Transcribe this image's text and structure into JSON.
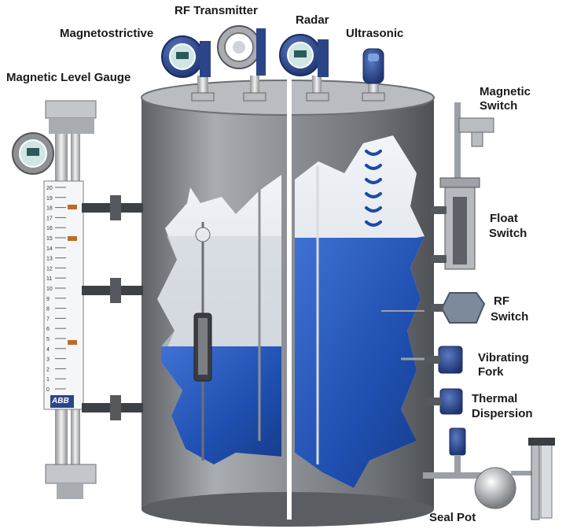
{
  "labels": {
    "magnetostrictive": "Magnetostrictive",
    "rf_transmitter": "RF Transmitter",
    "radar": "Radar",
    "ultrasonic": "Ultrasonic",
    "magnetic_level_gauge": "Magnetic Level Gauge",
    "magnetic_switch_1": "Magnetic",
    "magnetic_switch_2": "Switch",
    "float_switch_1": "Float",
    "float_switch_2": "Switch",
    "rf_switch_1": "RF",
    "rf_switch_2": "Switch",
    "vibrating_fork_1": "Vibrating",
    "vibrating_fork_2": "Fork",
    "thermal_dispersion_1": "Thermal",
    "thermal_dispersion_2": "Dispersion",
    "seal_pot": "Seal Pot"
  },
  "gauge": {
    "scale_numbers": [
      "20",
      "19",
      "18",
      "17",
      "16",
      "15",
      "14",
      "13",
      "12",
      "11",
      "10",
      "9",
      "8",
      "7",
      "6",
      "5",
      "4",
      "3",
      "2",
      "1",
      "0"
    ],
    "badge": "ABB"
  },
  "colors": {
    "tank_steel": "#8a8d92",
    "liquid": "#1f4fb0",
    "liquid_light": "#3c6fd0",
    "vapor": "#dfe5ec",
    "device_blue": "#25407e",
    "ultrasonic_waves": "#1d4aa6"
  }
}
